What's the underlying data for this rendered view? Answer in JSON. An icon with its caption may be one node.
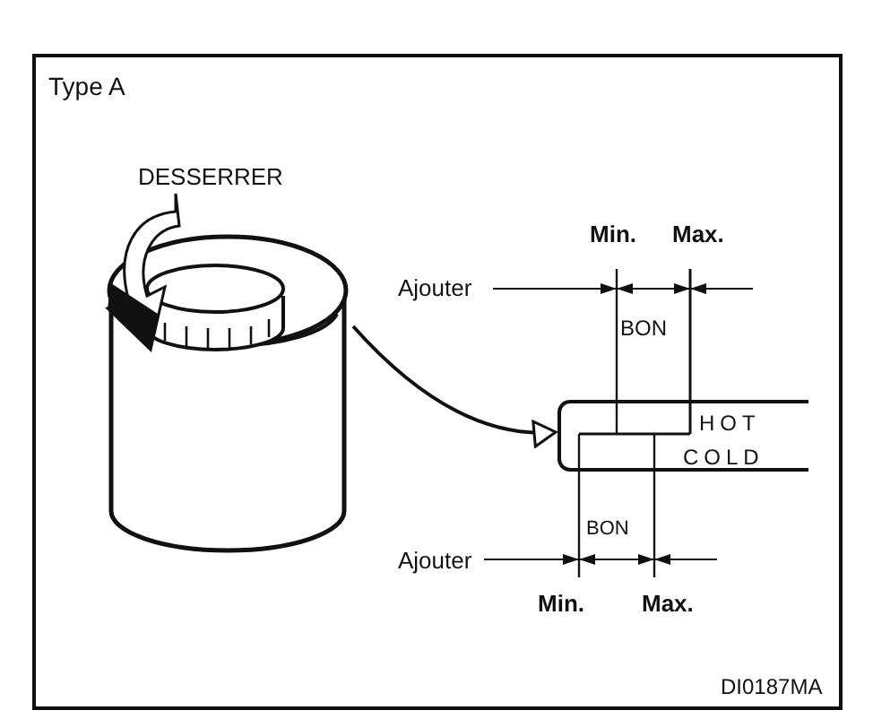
{
  "diagram": {
    "nodes": [
      {
        "text": [],
        "shape": "picture"
      },
      {
        "text": [
          "HOT",
          "COLD"
        ]
      }
    ],
    "edges": [
      {
        "from": 0,
        "to": 1,
        "arrow": "to"
      }
    ],
    "labels": [
      "Type A",
      "DESSERRER",
      "Min.",
      "Max.",
      "Ajouter",
      "BON",
      "BON",
      "Ajouter",
      "Min.",
      "Max.",
      "DI0187MA"
    ]
  }
}
